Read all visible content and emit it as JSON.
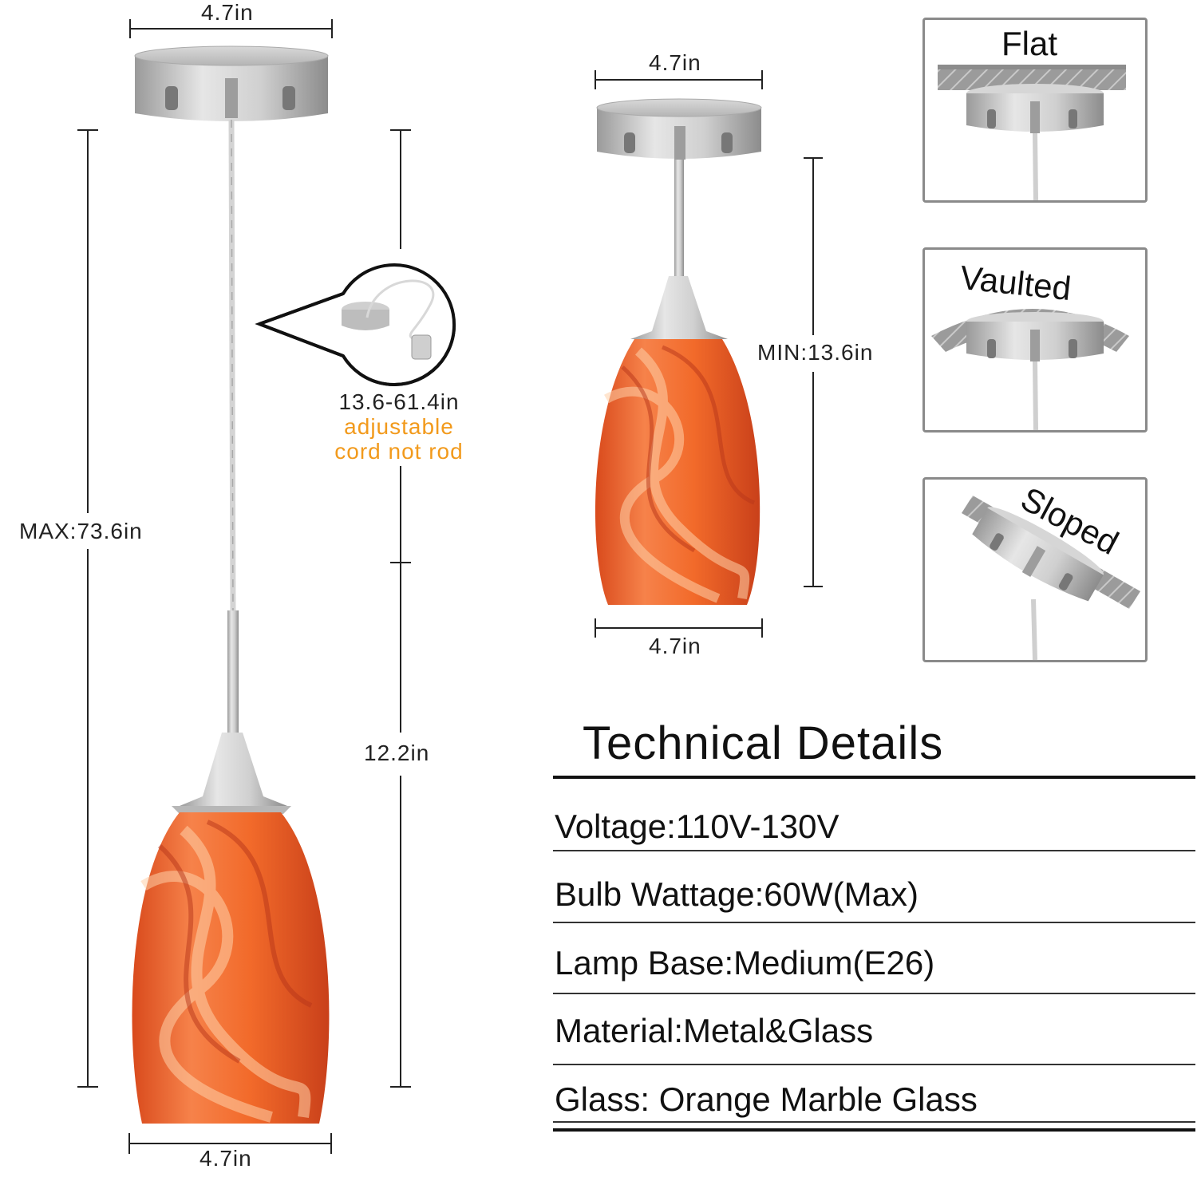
{
  "dimensions": {
    "left_canopy_width": "4.7in",
    "max_length": "MAX:73.6in",
    "cord_note": {
      "range": "13.6-61.4in",
      "line1": "adjustable",
      "line2": "cord not rod"
    },
    "shade_height": "12.2in",
    "left_shade_width": "4.7in",
    "right_canopy_width": "4.7in",
    "min_length": "MIN:13.6in",
    "right_shade_width": "4.7in"
  },
  "mounting": {
    "flat": "Flat",
    "vaulted": "Vaulted",
    "sloped": "Sloped"
  },
  "technical": {
    "title": "Technical Details",
    "specs": [
      "Voltage:110V-130V",
      "Bulb Wattage:60W(Max)",
      "Lamp Base:Medium(E26)",
      "Material:Metal&Glass",
      "Glass: Orange Marble Glass"
    ]
  },
  "colors": {
    "accent_orange": "#f29a1c",
    "glass_orange": "#f06a2a",
    "metal": "#c8c8c8"
  }
}
